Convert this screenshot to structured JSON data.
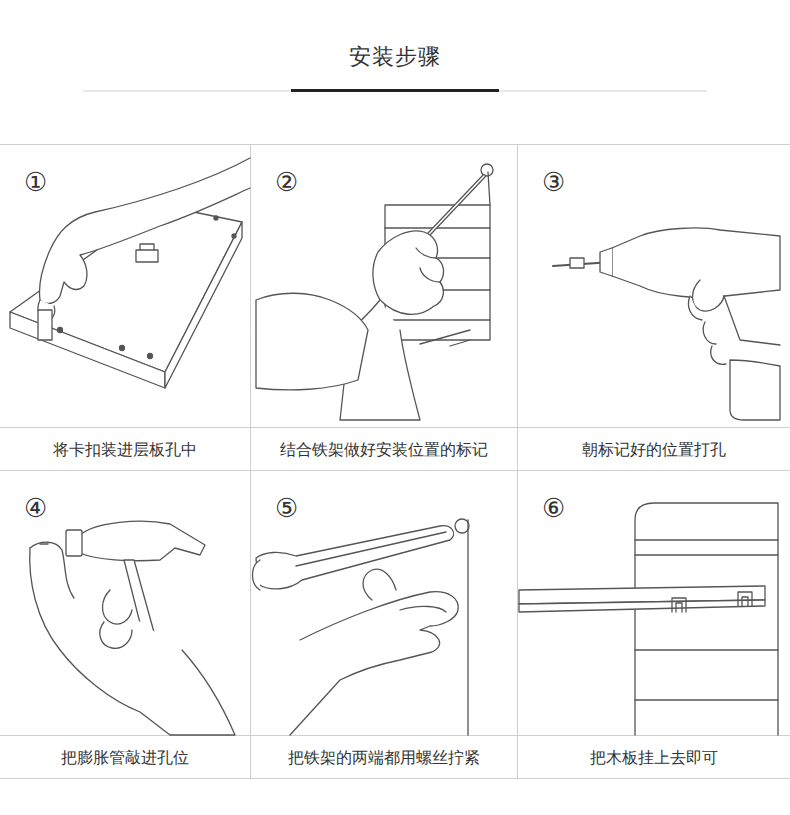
{
  "diagram": {
    "title": "安装步骤",
    "nodes": [
      {
        "text": [
          "①",
          "将卡扣装进层板孔中"
        ]
      },
      {
        "text": [
          "②",
          "结合铁架做好安装位置的标记"
        ]
      },
      {
        "text": [
          "③",
          "朝标记好的位置打孔"
        ]
      },
      {
        "text": [
          "④",
          "把膨胀管敲进孔位"
        ]
      },
      {
        "text": [
          "⑤",
          "把铁架的两端都用螺丝拧紧"
        ]
      },
      {
        "text": [
          "⑥",
          "把木板挂上去即可"
        ]
      }
    ]
  }
}
